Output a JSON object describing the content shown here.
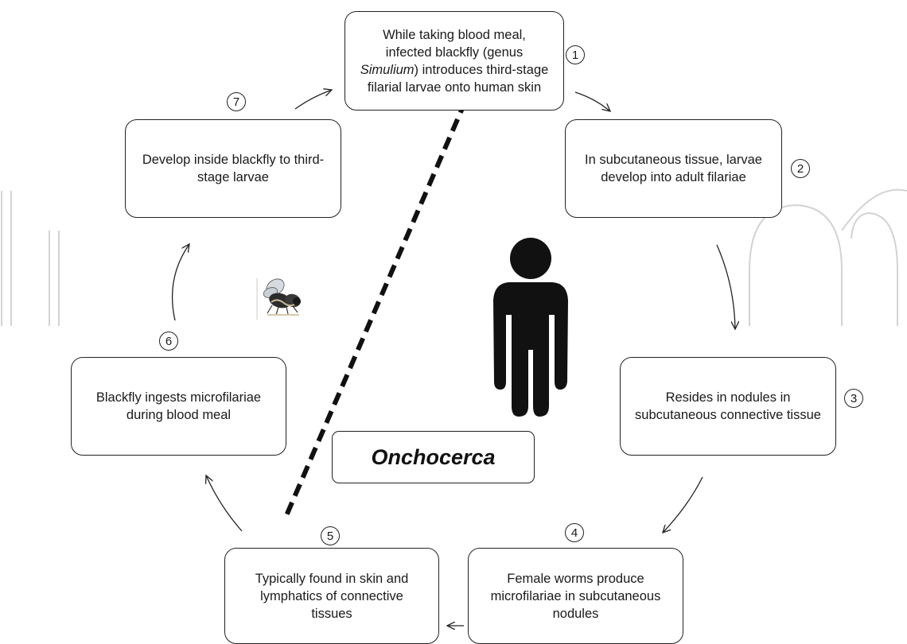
{
  "diagram": {
    "title": "Onchocerca",
    "steps": [
      {
        "number": "1",
        "text_before": "While taking blood meal, infected blackfly (genus ",
        "text_italic": "Simulium",
        "text_after": ") introduces third-stage filarial larvae onto human skin"
      },
      {
        "number": "2",
        "text": "In subcutaneous tissue, larvae develop into adult filariae"
      },
      {
        "number": "3",
        "text": "Resides in nodules in subcutaneous connective tissue"
      },
      {
        "number": "4",
        "text": "Female worms produce microfilariae in subcutaneous nodules"
      },
      {
        "number": "5",
        "text": "Typically found in skin and lymphatics of connective tissues"
      },
      {
        "number": "6",
        "text": "Blackfly ingests microfilariae during blood meal"
      },
      {
        "number": "7",
        "text": "Develop inside blackfly to third-stage larvae"
      }
    ],
    "icons": [
      "human-figure-icon",
      "blackfly-icon"
    ],
    "colors": {
      "outline": "#222222",
      "watermark": "#d0d0d0",
      "divider": "#111111"
    }
  }
}
